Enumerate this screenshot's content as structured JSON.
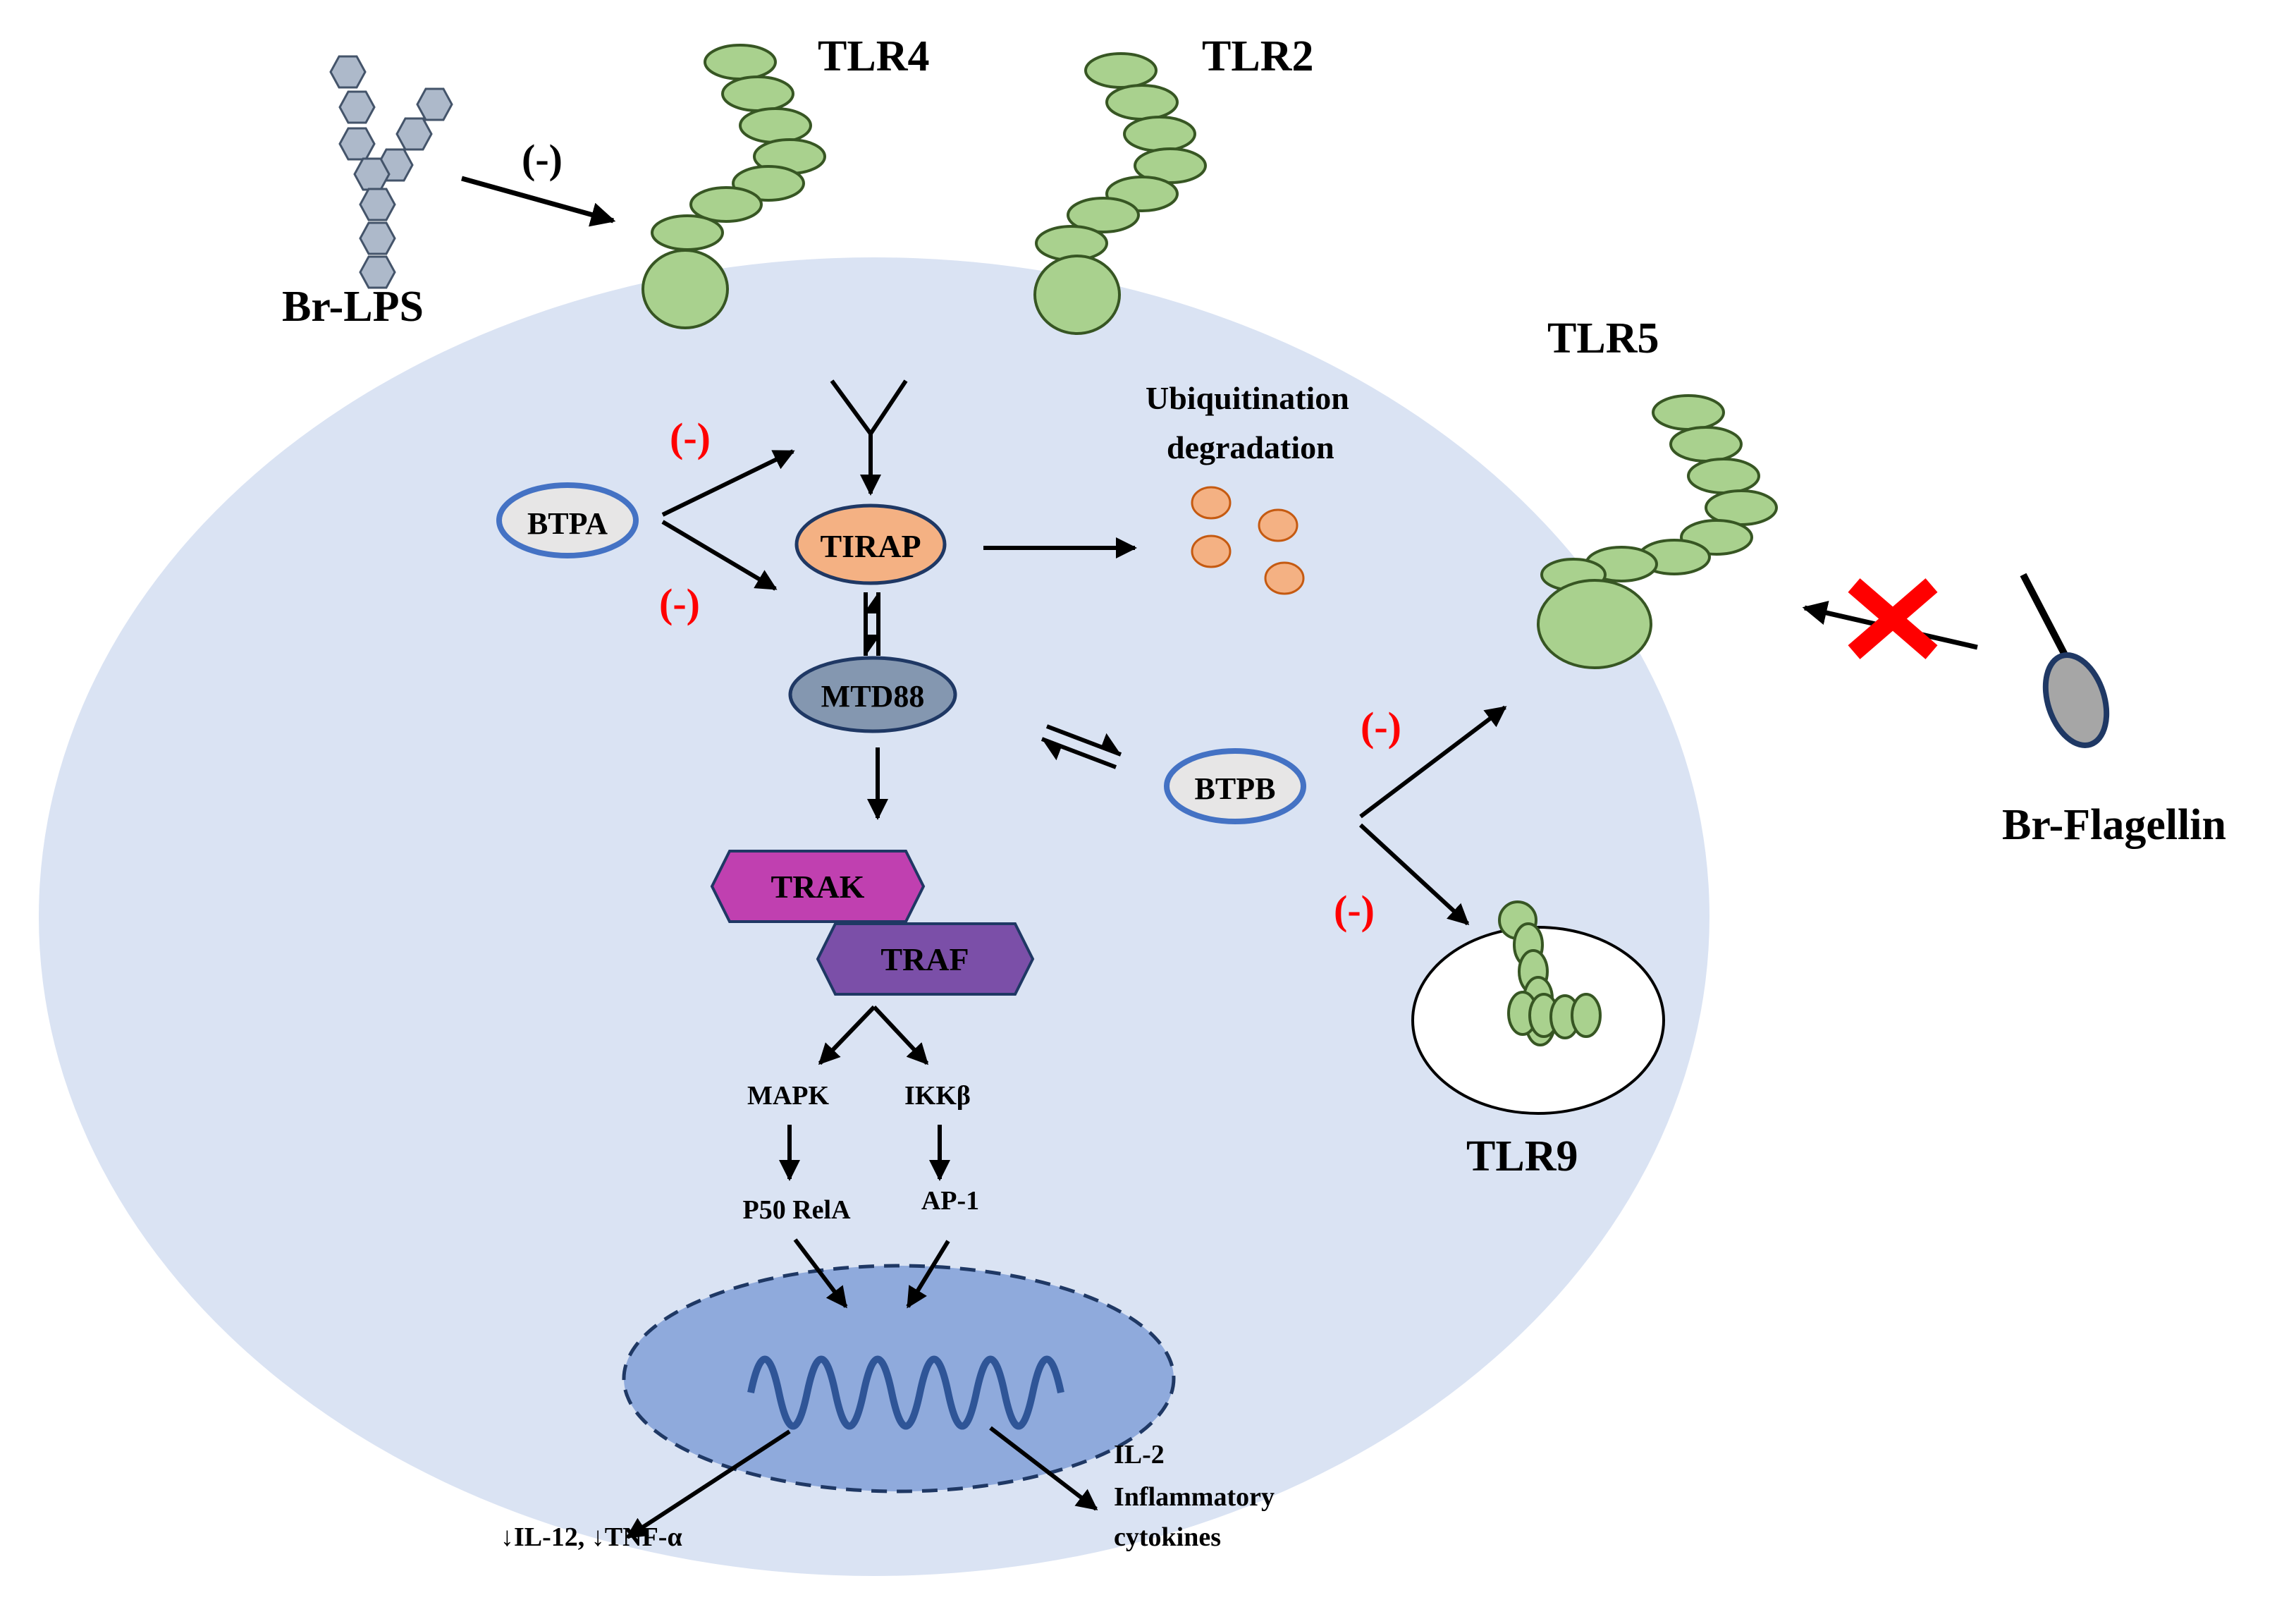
{
  "colors": {
    "cell_fill": "#dae3f3",
    "nucleus_fill": "#8faadc",
    "nucleus_stroke": "#1f3864",
    "dna_stroke": "#2f5597",
    "receptor_fill": "#a9d18e",
    "receptor_stroke": "#375623",
    "lps_fill": "#adb9ca",
    "lps_stroke": "#44546a",
    "tirap_fill": "#f4b183",
    "mtd88_fill": "#8497b0",
    "ubiq_fill": "#f8cbad",
    "btp_fill": "#e7e6e6",
    "btp_stroke": "#4472c4",
    "trak_fill": "#c040b0",
    "traf_fill": "#7b4fa8",
    "flagellin_fill": "#a6a6a6",
    "inhibit_red": "#ff0000",
    "arrow": "#000000"
  },
  "ligands": {
    "br_lps": "Br-LPS",
    "br_flagellin": "Br-Flagellin"
  },
  "receptors": {
    "tlr4": "TLR4",
    "tlr2": "TLR2",
    "tlr5": "TLR5",
    "tlr9": "TLR9"
  },
  "proteins": {
    "btpa": "BTPA",
    "btpb": "BTPB",
    "tirap": "TIRAP",
    "mtd88": "MTD88",
    "trak": "TRAK",
    "traf": "TRAF",
    "mapk": "MAPK",
    "ikkb": "IKKβ",
    "p50_rela": "P50 RelA",
    "ap1": "AP-1"
  },
  "processes": {
    "ubiq_line1": "Ubiquitination",
    "ubiq_line2": "degradation"
  },
  "inhibition": {
    "sign": "(-)"
  },
  "outputs": {
    "decrease": "↓IL-12, ↓TNF-α",
    "il2_line1": "IL-2",
    "il2_line2": "Inflammatory",
    "il2_line3": "cytokines"
  }
}
